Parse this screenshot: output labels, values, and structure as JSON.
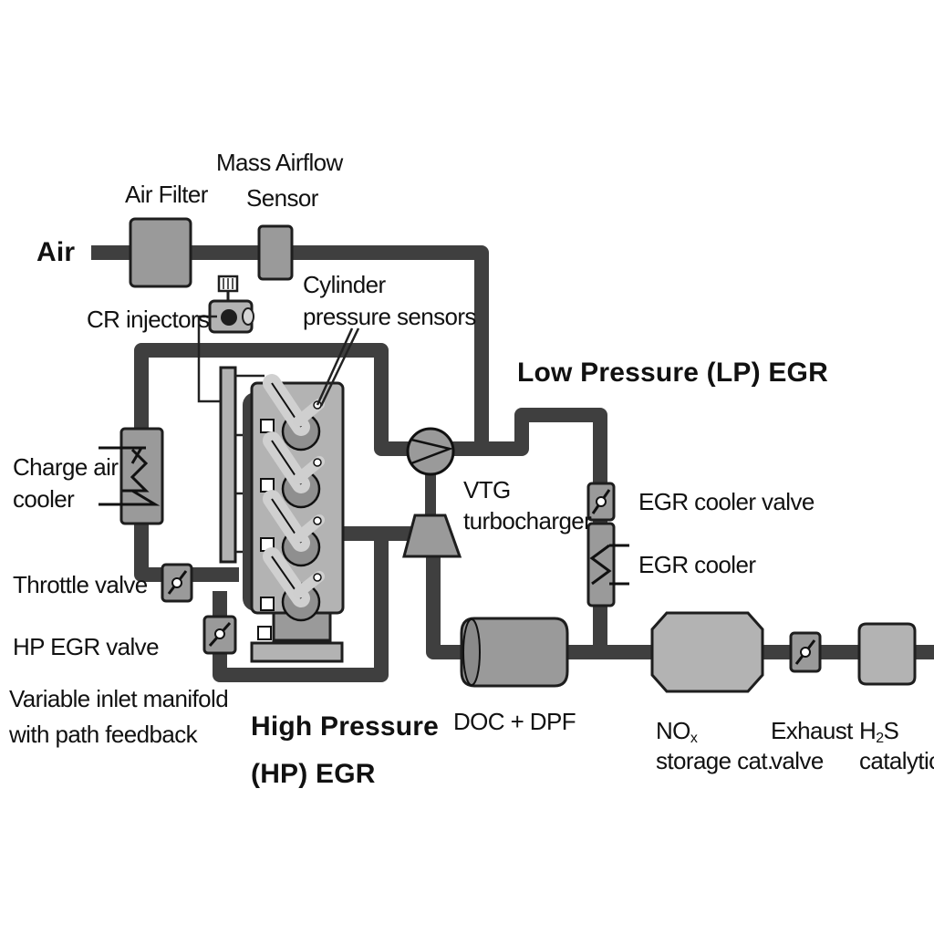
{
  "labels": {
    "air": "Air",
    "air_filter": "Air Filter",
    "maf_line1": "Mass Airflow",
    "maf_line2": "Sensor",
    "cr_injectors": "CR injectors",
    "cyl_line1": "Cylinder",
    "cyl_line2": "pressure sensors",
    "lp_egr": "Low Pressure (LP) EGR",
    "charge_line1": "Charge air",
    "charge_line2": "cooler",
    "vtg_line1": "VTG",
    "vtg_line2": "turbocharger",
    "egr_cooler_valve": "EGR cooler valve",
    "egr_cooler": "EGR cooler",
    "throttle_valve": "Throttle valve",
    "hp_egr_valve": "HP EGR valve",
    "vim_line1": "Variable inlet manifold",
    "vim_line2": "with path feedback",
    "hp_line1": "High Pressure",
    "hp_line2": "(HP) EGR",
    "doc_dpf": "DOC + DPF",
    "nox_line1_main": "NO",
    "nox_line1_sub": "x",
    "nox_line2": "storage cat.",
    "exhaust_line1": "Exhaust",
    "exhaust_line2": "valve",
    "h2s_line1_a": "H",
    "h2s_line1_sub": "2",
    "h2s_line1_b": "S",
    "h2s_line2": "catalytic"
  },
  "colors": {
    "pipe": "#3f3f3f",
    "component": "#9a9a9a",
    "component_light": "#b3b3b3",
    "outline": "#1e1e1e",
    "background": "#ffffff"
  }
}
